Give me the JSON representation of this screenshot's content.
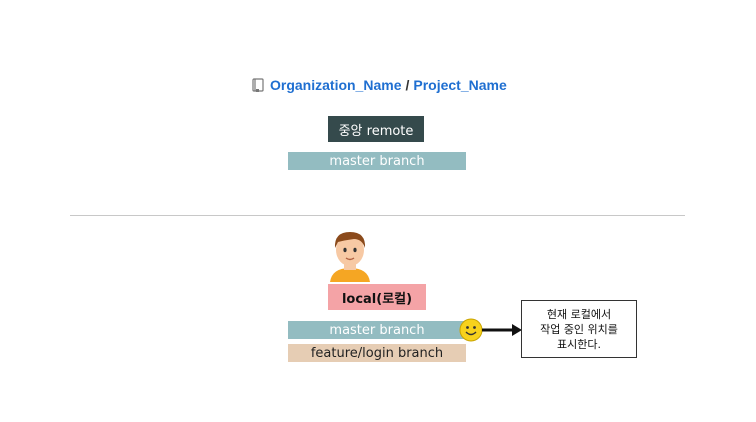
{
  "repo": {
    "org": "Organization_Name",
    "separator": "/",
    "project": "Project_Name"
  },
  "remote": {
    "label": "중앙 remote",
    "branch": "master branch"
  },
  "local": {
    "label": "local(로컬)",
    "branches": [
      "master branch",
      "feature/login branch"
    ]
  },
  "note": {
    "lines": [
      "현재 로컬에서",
      "작업 중인 위치를",
      "표시한다."
    ]
  },
  "icons": {
    "repo": "book-icon",
    "person": "person-icon",
    "pointer": "smiley-icon"
  },
  "colors": {
    "link": "#1f6fd1",
    "remote_box": "#354a4c",
    "master_bar": "#93bcc1",
    "local_box": "#f4a3a6",
    "feature_bar": "#e6cdb4"
  }
}
